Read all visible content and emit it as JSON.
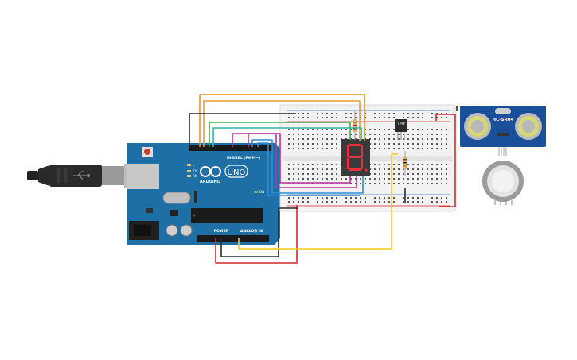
{
  "arduino": {
    "brand": "ARDUINO",
    "model": "UNO",
    "digital_label": "DIGITAL (PWM~)",
    "power_label": "POWER",
    "analog_label": "ANALOG IN",
    "tx_label": "TX",
    "rx_label": "RX",
    "l_label": "L",
    "on_label": "ON"
  },
  "sensor": {
    "model": "HC-SR04"
  },
  "temp_sensor": {
    "label": "TMP"
  },
  "display": {
    "digit": "8"
  },
  "colors": {
    "board_blue": "#1e6fa6",
    "breadboard": "#f2f2f2",
    "segment_red": "#e8303a",
    "wire_red": "#d6262b",
    "wire_black": "#2b2b2b",
    "wire_orange": "#f0921a",
    "wire_green": "#3cb24a",
    "wire_magenta": "#c0309a",
    "wire_blue": "#2a8fd6",
    "wire_yellow": "#f3cc1a",
    "sensor_blue": "#1a4f9c"
  }
}
